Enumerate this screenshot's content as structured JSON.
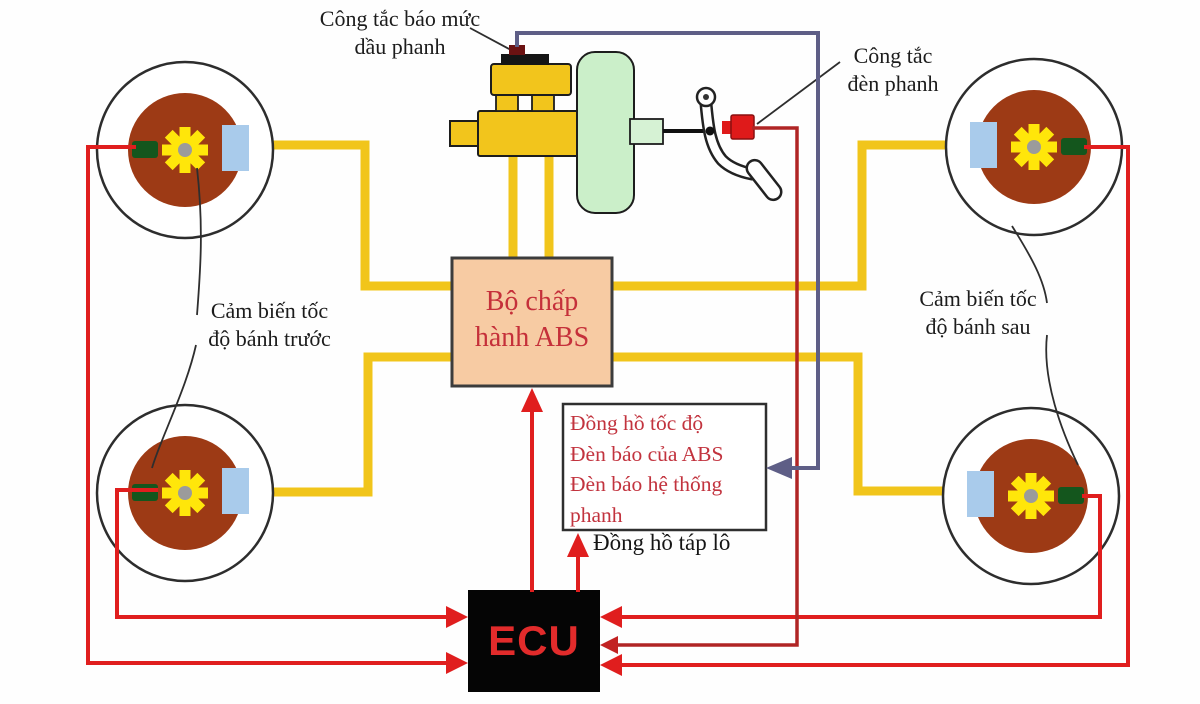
{
  "diagram": {
    "title_context": "ABS brake system schematic (Vietnamese)",
    "labels": {
      "fluid_switch": {
        "line1": "Công tắc báo mức",
        "line2": "dầu phanh"
      },
      "brake_light_switch": {
        "line1": "Công tắc",
        "line2": "đèn phanh"
      },
      "front_sensor": {
        "line1": "Cảm biến tốc",
        "line2": "độ bánh trước"
      },
      "rear_sensor": {
        "line1": "Cảm biến tốc",
        "line2": "độ bánh sau"
      },
      "dashboard": "Đồng hồ táp lô"
    },
    "abs_actuator": {
      "line1": "Bộ chấp",
      "line2": "hành ABS"
    },
    "dashboard_box": {
      "line1": "Đồng hồ tốc độ",
      "line2": "Đèn báo của ABS",
      "line3": "Đèn báo hệ thống",
      "line4": "phanh"
    },
    "ecu": "ECU",
    "colors": {
      "pipe_yellow": "#f1c51b",
      "gear_yellow": "#ffe60a",
      "disc_brown": "#9d3a15",
      "sensor_green": "#14561d",
      "caliper_blue": "#a9cbeb",
      "booster_green": "#cbefc9",
      "wire_red": "#e01e1e",
      "wire_dark_red": "#b02525",
      "wire_purple": "#5e5e86",
      "abs_box_fill": "#f7cba3",
      "abs_text_red": "#c5303a",
      "ecu_fill": "#050505",
      "ecu_text_red": "#e22b2b"
    }
  }
}
